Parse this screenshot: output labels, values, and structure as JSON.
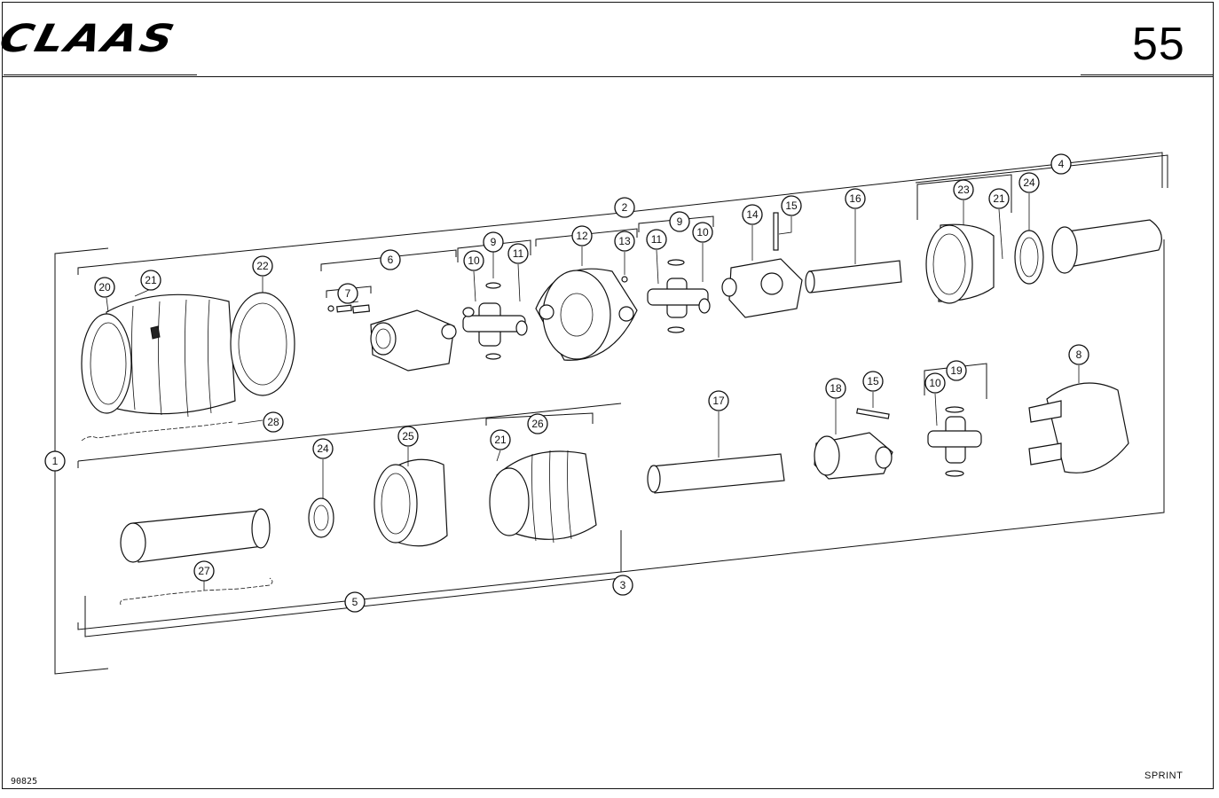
{
  "header": {
    "logo_text": "CLAAS",
    "page_number": "55"
  },
  "footer": {
    "doc_code": "90825",
    "model": "SPRINT"
  },
  "callouts": [
    {
      "id": "c1",
      "label": "1"
    },
    {
      "id": "c2",
      "label": "2"
    },
    {
      "id": "c3",
      "label": "3"
    },
    {
      "id": "c4",
      "label": "4"
    },
    {
      "id": "c5",
      "label": "5"
    },
    {
      "id": "c6",
      "label": "6"
    },
    {
      "id": "c7",
      "label": "7"
    },
    {
      "id": "c8",
      "label": "8"
    },
    {
      "id": "c9a",
      "label": "9"
    },
    {
      "id": "c9b",
      "label": "9"
    },
    {
      "id": "c10a",
      "label": "10"
    },
    {
      "id": "c10b",
      "label": "10"
    },
    {
      "id": "c10c",
      "label": "10"
    },
    {
      "id": "c11a",
      "label": "11"
    },
    {
      "id": "c11b",
      "label": "11"
    },
    {
      "id": "c12",
      "label": "12"
    },
    {
      "id": "c13",
      "label": "13"
    },
    {
      "id": "c14",
      "label": "14"
    },
    {
      "id": "c15a",
      "label": "15"
    },
    {
      "id": "c15b",
      "label": "15"
    },
    {
      "id": "c16",
      "label": "16"
    },
    {
      "id": "c17",
      "label": "17"
    },
    {
      "id": "c18",
      "label": "18"
    },
    {
      "id": "c19",
      "label": "19"
    },
    {
      "id": "c20",
      "label": "20"
    },
    {
      "id": "c21a",
      "label": "21"
    },
    {
      "id": "c21b",
      "label": "21"
    },
    {
      "id": "c21c",
      "label": "21"
    },
    {
      "id": "c22",
      "label": "22"
    },
    {
      "id": "c23",
      "label": "23"
    },
    {
      "id": "c24a",
      "label": "24"
    },
    {
      "id": "c24b",
      "label": "24"
    },
    {
      "id": "c25",
      "label": "25"
    },
    {
      "id": "c26",
      "label": "26"
    },
    {
      "id": "c27",
      "label": "27"
    },
    {
      "id": "c28",
      "label": "28"
    }
  ]
}
